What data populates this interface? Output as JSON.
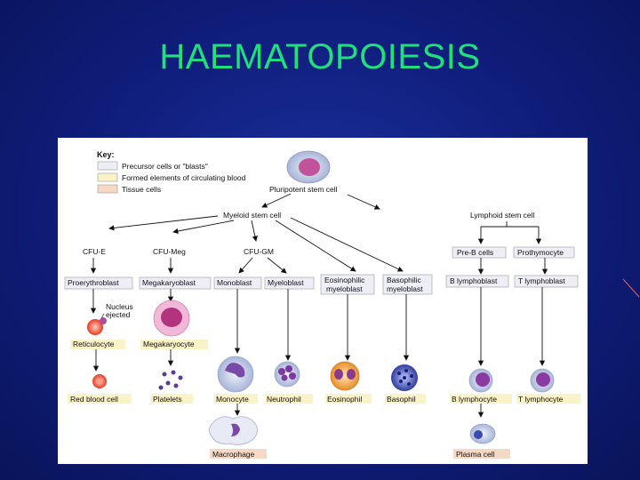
{
  "slide": {
    "title": "HAEMATOPOIESIS"
  },
  "key": {
    "title": "Key:",
    "items": [
      {
        "label": "Precursor cells or \"blasts\"",
        "color": "#eeeef6"
      },
      {
        "label": "Formed elements of circulating blood",
        "color": "#fbf3c8"
      },
      {
        "label": "Tissue cells",
        "color": "#f6d9c4"
      }
    ]
  },
  "nodes": {
    "pluripotent": "Pluripotent stem cell",
    "myeloid": "Myeloid stem cell",
    "lymphoid": "Lymphoid stem cell",
    "cfu_e": "CFU-E",
    "cfu_meg": "CFU-Meg",
    "cfu_gm": "CFU-GM",
    "pre_b": "Pre-B cells",
    "prothymocyte": "Prothymocyte",
    "proerythroblast": "Proerythroblast",
    "megakaryoblast": "Megakaryoblast",
    "monoblast": "Monoblast",
    "myeloblast": "Myeloblast",
    "eosinophilic_l1": "Eosinophilic",
    "eosinophilic_l2": "myeloblast",
    "basophilic_l1": "Basophilic",
    "basophilic_l2": "myeloblast",
    "b_lymphoblast": "B lymphoblast",
    "t_lymphoblast": "T lymphoblast",
    "nucleus_l1": "Nucleus",
    "nucleus_l2": "ejected",
    "reticulocyte": "Reticulocyte",
    "megakaryocyte": "Megakaryocyte",
    "red_blood_cell": "Red blood cell",
    "platelets": "Platelets",
    "monocyte": "Monocyte",
    "neutrophil": "Neutrophil",
    "eosinophil": "Eosinophil",
    "basophil": "Basophil",
    "b_lymphocyte": "B lymphocyte",
    "t_lymphocyte": "T lymphocyte",
    "macrophage": "Macrophage",
    "plasma_cell": "Plasma cell"
  },
  "colors": {
    "title": "#1fe07a",
    "background": "#13228a",
    "panel": "#ffffff",
    "precursor": "#eeeef6",
    "formed": "#fbf3c8",
    "tissue": "#f6d9c4"
  }
}
